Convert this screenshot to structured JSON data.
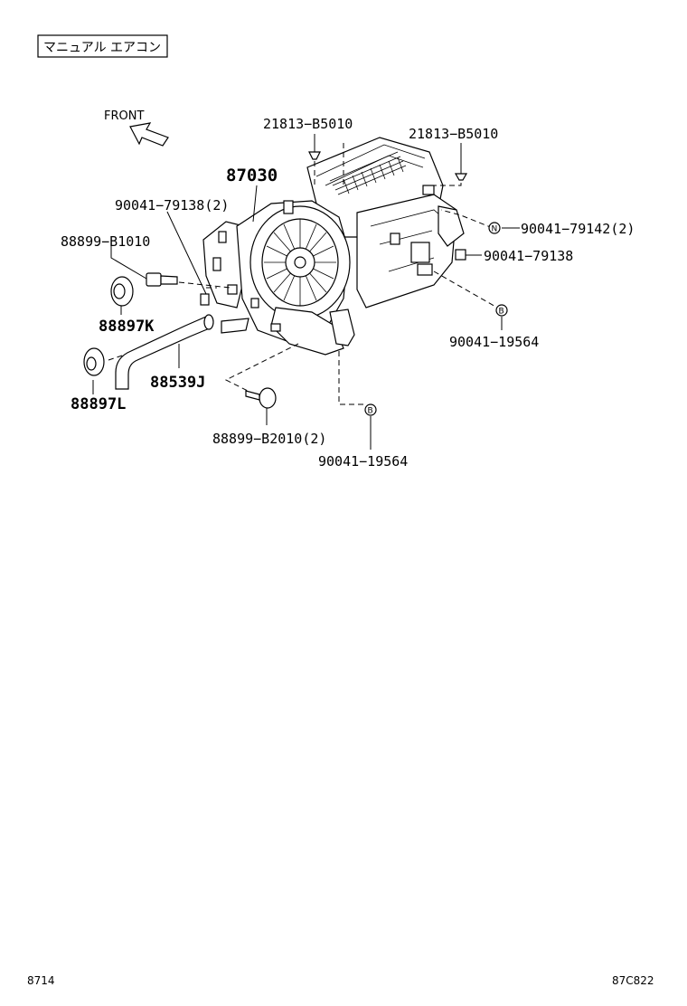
{
  "header_label": "マニュアル エアコン",
  "front_label": "FRONT",
  "parts": {
    "p1": "21813−B5010",
    "p2": "21813−B5010",
    "p3": "87030",
    "p4": "90041−79138(2)",
    "p5": "88899−B1010",
    "p6": "88897K",
    "p7": "88897L",
    "p8": "88539J",
    "p9": "90041−79142(2)",
    "p10": "90041−79138",
    "p11": "90041−19564",
    "p12": "88899−B2010(2)",
    "p13": "90041−19564"
  },
  "markers": {
    "n": "N",
    "b1": "B",
    "b2": "B"
  },
  "footer": {
    "left": "8714",
    "right": "87C822"
  }
}
